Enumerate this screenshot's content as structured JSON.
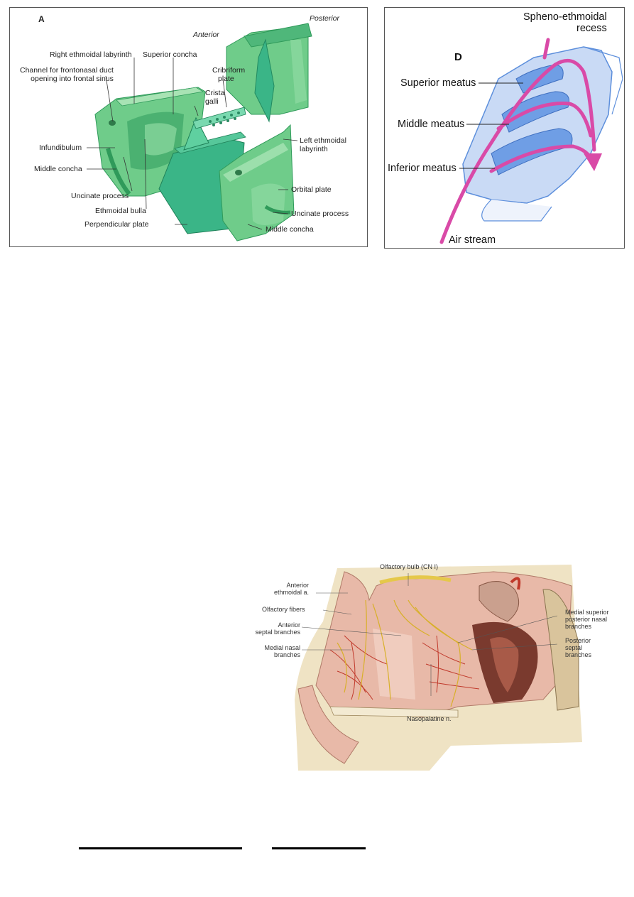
{
  "panelA": {
    "tag": "A",
    "labels": {
      "posterior": "Posterior",
      "anterior": "Anterior",
      "right_ethmoidal_labyrinth": "Right ethmoidal labyrinth",
      "superior_concha": "Superior concha",
      "channel_line1": "Channel for frontonasal duct",
      "channel_line2": "opening into frontal sinus",
      "cribriform_line1": "Cribriform",
      "cribriform_line2": "plate",
      "crista_line1": "Crista",
      "crista_line2": "galli",
      "infundibulum": "Infundibulum",
      "left_labyrinth_line1": "Left ethmoidal",
      "left_labyrinth_line2": "labyrinth",
      "middle_concha_left": "Middle concha",
      "uncinate_left": "Uncinate process",
      "orbital_plate": "Orbital plate",
      "ethmoidal_bulla": "Ethmoidal bulla",
      "uncinate_right": "Uncinate process",
      "perpendicular_plate": "Perpendicular plate",
      "middle_concha_right": "Middle concha"
    },
    "colors": {
      "bone": "#5fc47f",
      "bone_dark": "#2f9a5a",
      "bone_light": "#a8e3b4",
      "plate": "#3ab587"
    }
  },
  "panelD": {
    "tag": "D",
    "labels": {
      "spheno_line1": "Spheno-ethmoidal",
      "spheno_line2": "recess",
      "superior_meatus": "Superior meatus",
      "middle_meatus": "Middle meatus",
      "inferior_meatus": "Inferior meatus",
      "air_stream": "Air stream"
    },
    "colors": {
      "cavity": "#a9c6f0",
      "concha": "#5d8fdc",
      "air": "#d94aa7"
    }
  },
  "panelN": {
    "labels": {
      "olfactory_bulb": "Olfactory bulb (CN I)",
      "anterior_ethmoidal_line1": "Anterior",
      "anterior_ethmoidal_line2": "ethmoidal a.",
      "olfactory_fibers": "Olfactory fibers",
      "anterior_septal_line1": "Anterior",
      "anterior_septal_line2": "septal branches",
      "medial_nasal_line1": "Medial nasal",
      "medial_nasal_line2": "branches",
      "medial_superior_line1": "Medial superior",
      "medial_superior_line2": "posterior nasal",
      "medial_superior_line3": "branches",
      "posterior_septal_line1": "Posterior",
      "posterior_septal_line2": "septal",
      "posterior_septal_line3": "branches",
      "nasopalatine": "Nasopalatine n."
    },
    "colors": {
      "tissue": "#e8b9a8",
      "bone": "#efe3c4",
      "nerve": "#d8b02a",
      "vessel": "#c0392b",
      "cavity": "#8a4a3a"
    }
  }
}
